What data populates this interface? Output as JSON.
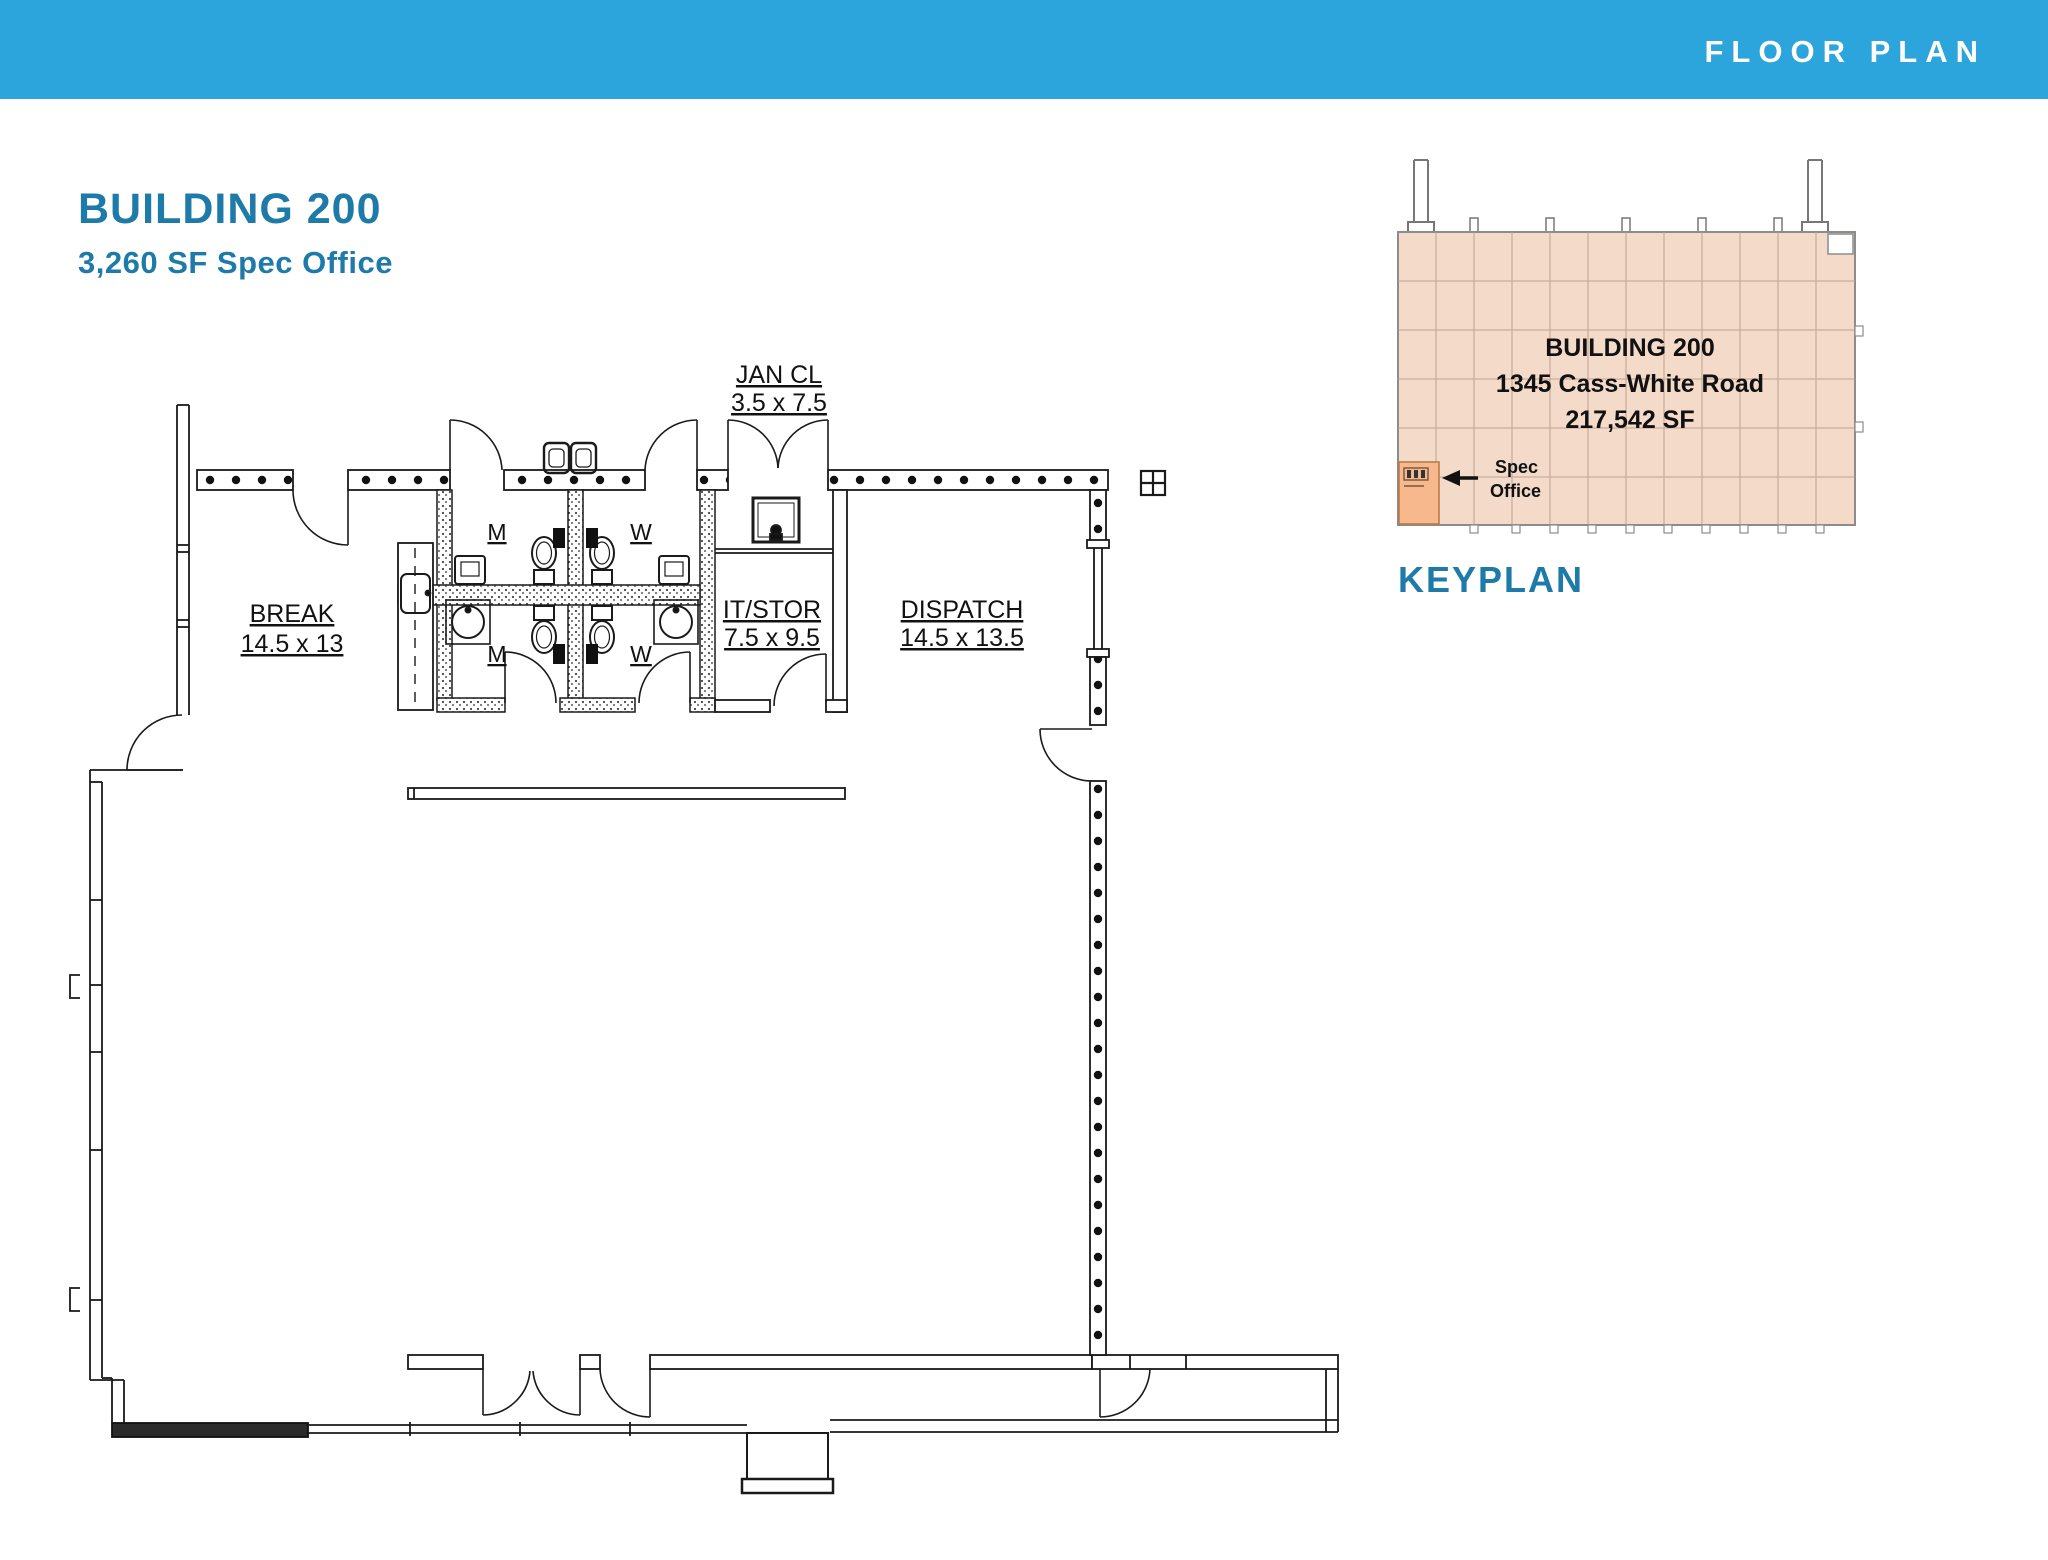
{
  "header": {
    "title": "FLOOR PLAN"
  },
  "intro": {
    "title": "BUILDING 200",
    "subtitle": "3,260 SF Spec Office"
  },
  "floorplan": {
    "rooms": {
      "jan_cl": {
        "name": "JAN CL",
        "dims": "3.5 x 7.5"
      },
      "break": {
        "name": "BREAK",
        "dims": "14.5 x 13"
      },
      "it_stor": {
        "name": "IT/STOR",
        "dims": "7.5 x 9.5"
      },
      "dispatch": {
        "name": "DISPATCH",
        "dims": "14.5 x 13.5"
      },
      "mens_upper": {
        "name": "M"
      },
      "womens_upper": {
        "name": "W"
      },
      "mens_lower": {
        "name": "M"
      },
      "womens_lower": {
        "name": "W"
      }
    }
  },
  "keyplan": {
    "title": "KEYPLAN",
    "building_name": "BUILDING 200",
    "address": "1345 Cass-White Road",
    "area": "217,542 SF",
    "callout_line1": "Spec",
    "callout_line2": "Office"
  },
  "colors": {
    "header_bg": "#2CA4DC",
    "accent_blue": "#1E7AA9",
    "line": "#1a1a1a",
    "keyplan_fill": "#F3DAC9",
    "keyplan_grid": "#C2A391",
    "keyplan_highlight": "#F8B88D"
  }
}
